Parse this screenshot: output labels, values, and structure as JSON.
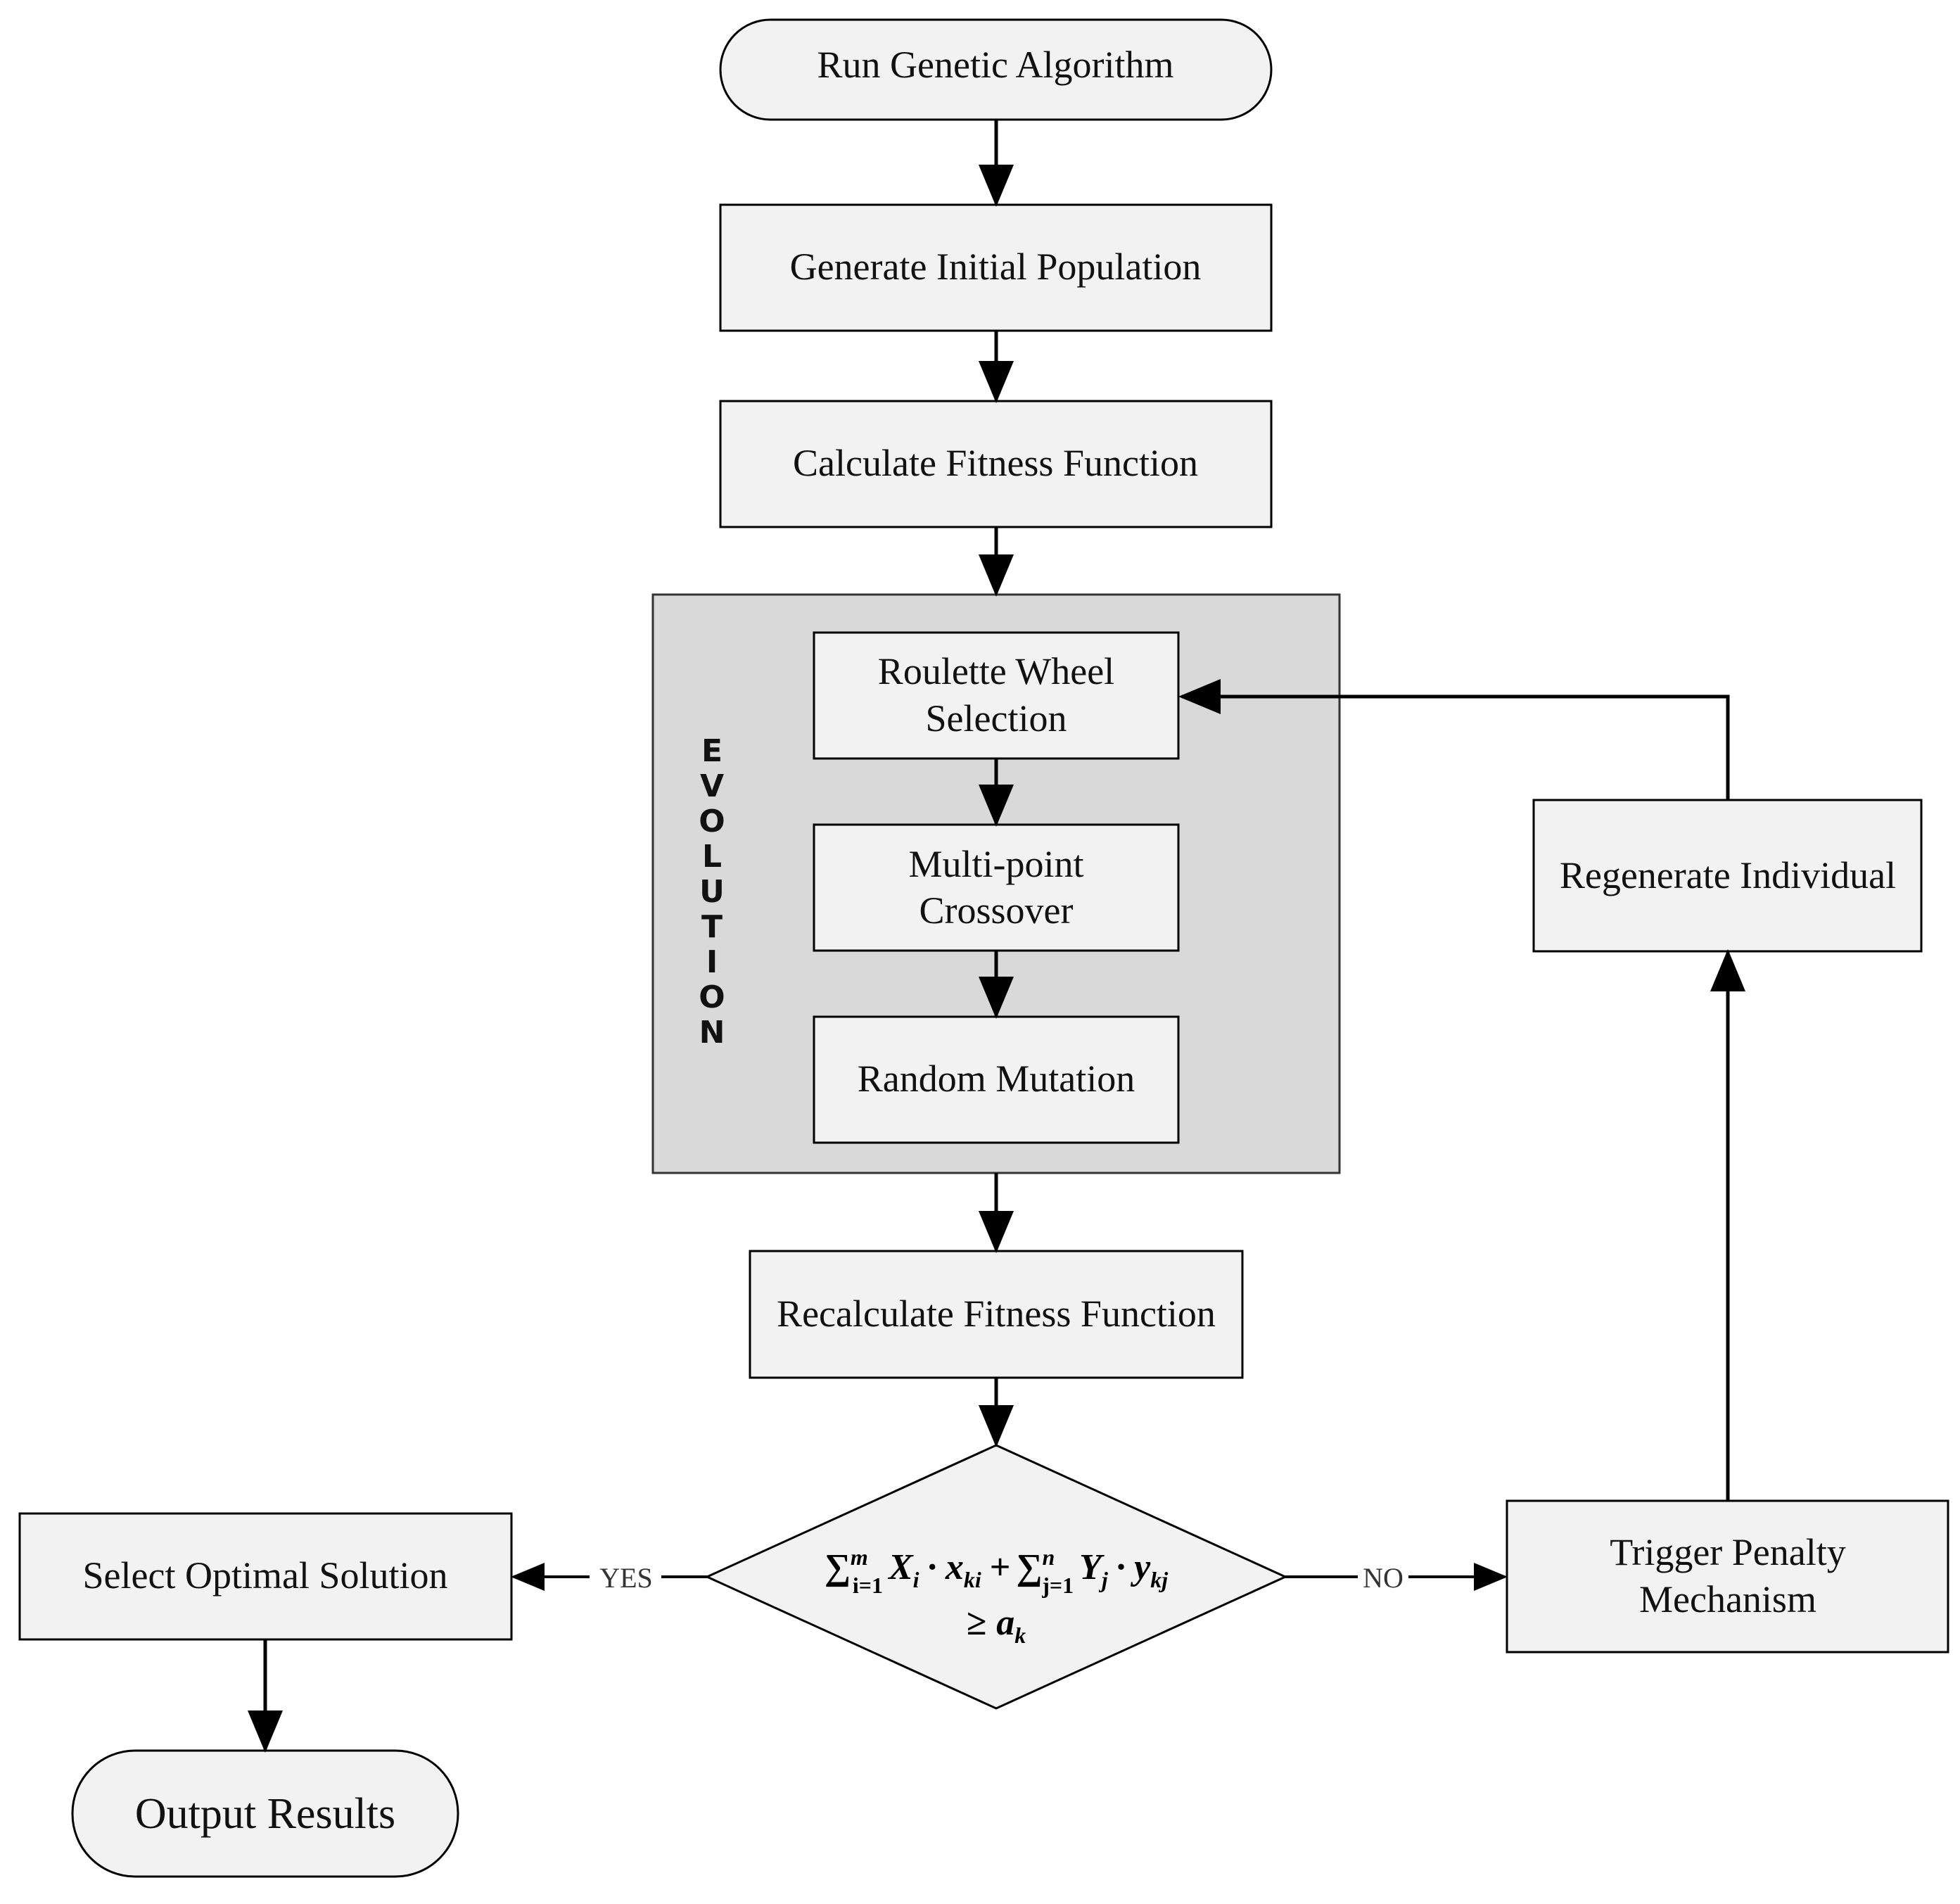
{
  "nodes": {
    "start": "Run Genetic Algorithm",
    "init_population": "Generate Initial Population",
    "calc_fitness": "Calculate Fitness Function",
    "evolution_label": "EVOLUTION",
    "selection": [
      "Roulette Wheel",
      "Selection"
    ],
    "crossover": [
      "Multi-point",
      "Crossover"
    ],
    "mutation": "Random Mutation",
    "recalc_fitness": "Recalculate Fitness Function",
    "select_optimal": "Select Optimal Solution",
    "output": "Output Results",
    "penalty": [
      "Trigger Penalty",
      "Mechanism"
    ],
    "regenerate": "Regenerate Individual"
  },
  "decision": {
    "sum1": "∑",
    "sum1_sup": "m",
    "sum1_sub": "i=1",
    "x1": "X",
    "x1_sub": "i",
    "dot1": "·",
    "x2": "x",
    "x2_sub": "ki",
    "plus": "+",
    "sum2": "∑",
    "sum2_sup": "n",
    "sum2_sub": "j=1",
    "y1": "Y",
    "y1_sub": "j",
    "dot2": "·",
    "y2": "y",
    "y2_sub": "kj",
    "geq": "≥",
    "a": "a",
    "a_sub": "k"
  },
  "edge_labels": {
    "yes": "YES",
    "no": "NO"
  },
  "colors": {
    "box_fill": "#f2f2f2",
    "group_fill": "#d9d9d9",
    "stroke": "#000000"
  }
}
